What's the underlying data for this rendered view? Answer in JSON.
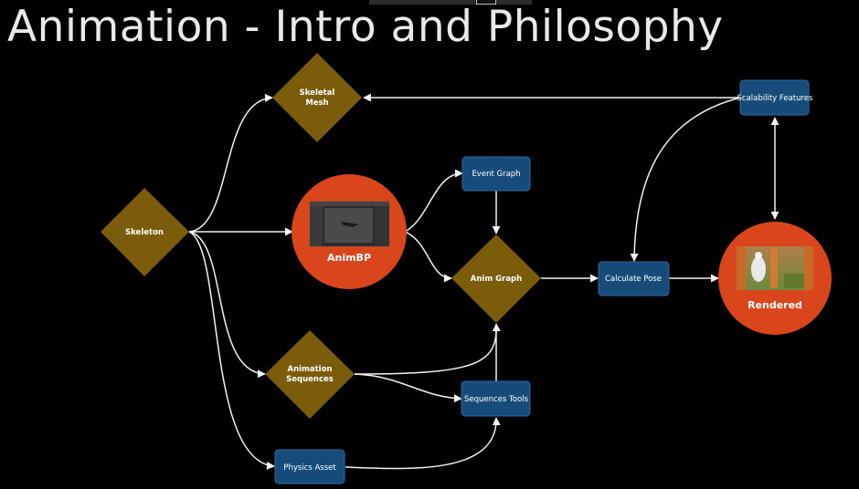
{
  "title": "Animation - Intro and Philosophy",
  "colors": {
    "background": "#000000",
    "diamond": "#7a5c0b",
    "box": "#174c7a",
    "box_border": "#2b6aa3",
    "circle": "#d9461b",
    "edge": "#f2f2f2",
    "title": "#e9e9e9"
  },
  "nodes": {
    "skeleton": {
      "label": "Skeleton",
      "shape": "diamond"
    },
    "skeletal_mesh": {
      "label1": "Skeletal",
      "label2": "Mesh",
      "shape": "diamond"
    },
    "animbp": {
      "label": "AnimBP",
      "shape": "circle",
      "thumbnail": "editor-screenshot"
    },
    "event_graph": {
      "label": "Event Graph",
      "shape": "box"
    },
    "anim_graph": {
      "label": "Anim Graph",
      "shape": "diamond"
    },
    "calculate_pose": {
      "label": "Calculate Pose",
      "shape": "box"
    },
    "rendered": {
      "label": "Rendered",
      "shape": "circle",
      "thumbnail": "rendered-scene"
    },
    "scalability_features": {
      "label": "Scalability Features",
      "shape": "box"
    },
    "animation_sequences": {
      "label1": "Animation",
      "label2": "Sequences",
      "shape": "diamond"
    },
    "sequences_tools": {
      "label": "Sequences Tools",
      "shape": "box"
    },
    "physics_asset": {
      "label": "Physics Asset",
      "shape": "box"
    }
  },
  "edges": [
    [
      "skeleton",
      "skeletal_mesh"
    ],
    [
      "skeleton",
      "animbp"
    ],
    [
      "skeleton",
      "animation_sequences"
    ],
    [
      "skeleton",
      "physics_asset"
    ],
    [
      "animbp",
      "event_graph"
    ],
    [
      "animbp",
      "anim_graph"
    ],
    [
      "event_graph",
      "anim_graph"
    ],
    [
      "anim_graph",
      "calculate_pose"
    ],
    [
      "calculate_pose",
      "rendered"
    ],
    [
      "scalability_features",
      "skeletal_mesh"
    ],
    [
      "scalability_features",
      "calculate_pose"
    ],
    [
      "scalability_features",
      "rendered"
    ],
    [
      "rendered",
      "scalability_features"
    ],
    [
      "animation_sequences",
      "anim_graph"
    ],
    [
      "animation_sequences",
      "sequences_tools"
    ],
    [
      "sequences_tools",
      "anim_graph"
    ],
    [
      "physics_asset",
      "sequences_tools"
    ]
  ]
}
